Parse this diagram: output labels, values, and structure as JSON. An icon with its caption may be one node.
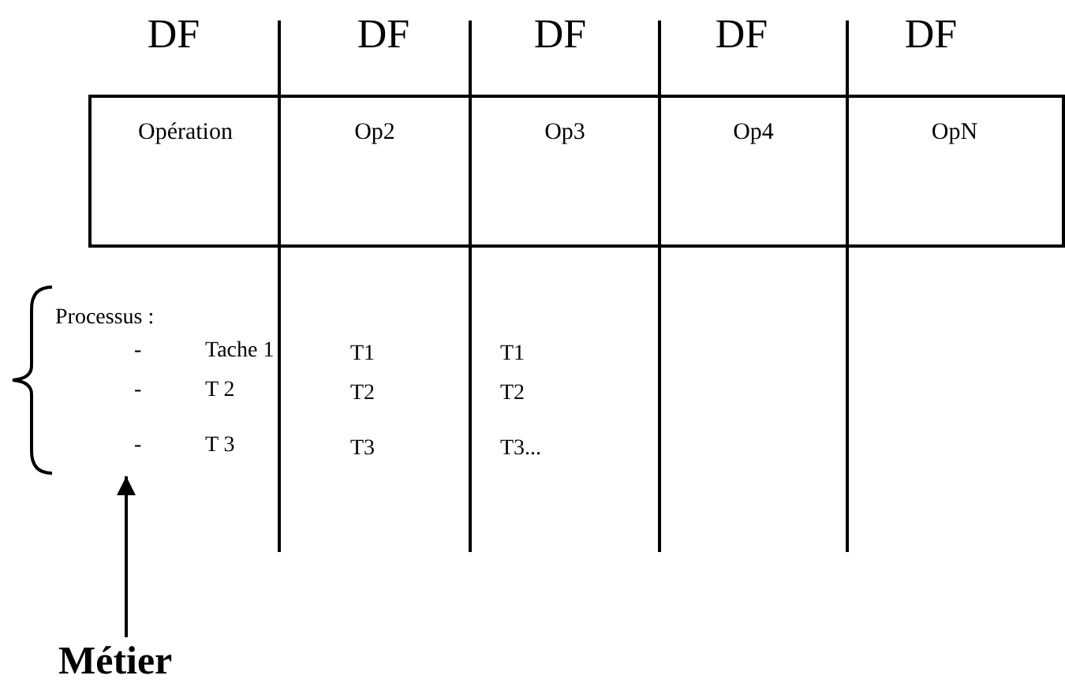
{
  "diagram": {
    "nodes": [
      {
        "text": [
          "Opération"
        ]
      },
      {
        "text": [
          "Op2"
        ]
      },
      {
        "text": [
          "Op3"
        ]
      },
      {
        "text": [
          "Op4"
        ]
      },
      {
        "text": [
          "OpN"
        ]
      },
      {
        "text": [
          "Processus :",
          "-",
          "Tache 1",
          "-",
          "T 2",
          "-",
          "T 3"
        ]
      },
      {
        "text": [
          "Métier"
        ]
      }
    ],
    "edges": [
      {
        "from": 6,
        "to": 5,
        "arrow": "to"
      }
    ],
    "labels": [
      "DF",
      "DF",
      "DF",
      "DF",
      "DF",
      "T1",
      "T1",
      "T2",
      "T2",
      "T3",
      "T3..."
    ]
  }
}
